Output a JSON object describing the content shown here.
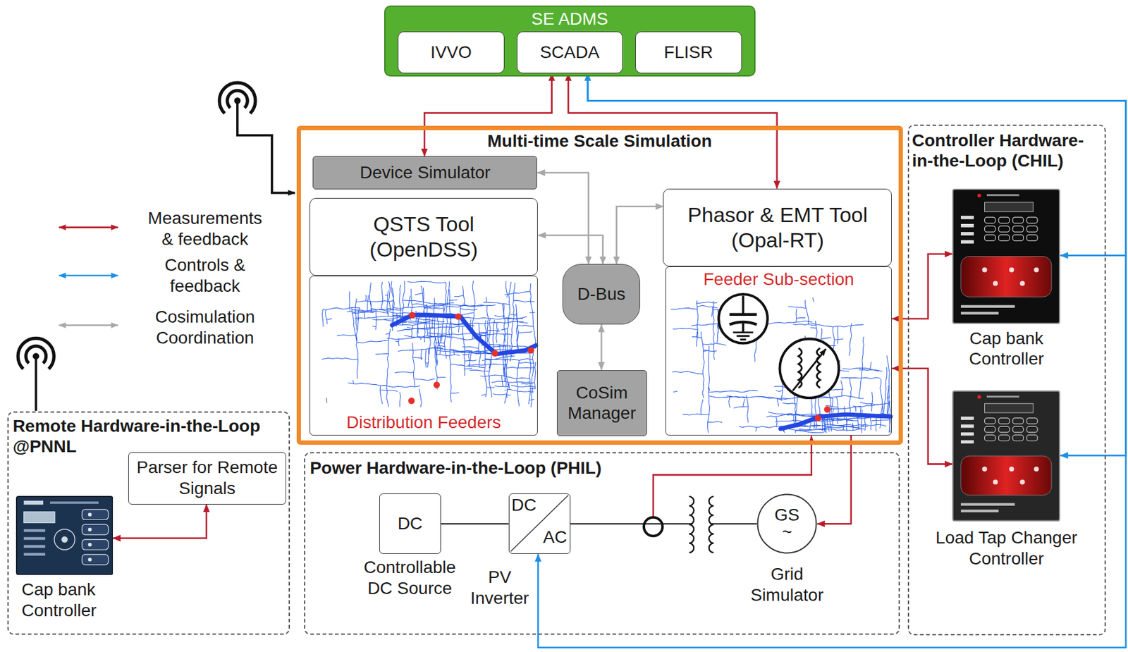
{
  "diagram": {
    "nodes": [
      {
        "text": [
          "SE ADMS"
        ]
      },
      {
        "text": [
          "IVVO"
        ],
        "in": 0
      },
      {
        "text": [
          "SCADA"
        ],
        "in": 0
      },
      {
        "text": [
          "FLISR"
        ],
        "in": 0
      },
      {
        "text": [
          "Multi-time Scale Simulation"
        ]
      },
      {
        "text": [
          "Device Simulator"
        ],
        "in": 4
      },
      {
        "text": [
          "QSTS Tool (OpenDSS)"
        ],
        "in": 4
      },
      {
        "text": [
          "Distribution Feeders"
        ],
        "in": 4
      },
      {
        "text": [
          "D-Bus"
        ],
        "in": 4
      },
      {
        "text": [
          "CoSim Manager"
        ],
        "in": 4
      },
      {
        "text": [
          "Phasor & EMT Tool (Opal-RT)"
        ],
        "in": 4
      },
      {
        "text": [
          "Feeder Sub-section"
        ],
        "in": 4
      },
      {
        "text": [
          "Controller Hardware-in-the-Loop (CHIL)"
        ]
      },
      {
        "text": [
          "Cap bank Controller"
        ],
        "in": 12
      },
      {
        "text": [
          "Load Tap Changer Controller"
        ],
        "in": 12
      },
      {
        "text": [
          "Remote Hardware-in-the-Loop @PNNL"
        ]
      },
      {
        "text": [
          "Parser for Remote Signals"
        ],
        "in": 15
      },
      {
        "text": [
          "Cap bank Controller"
        ],
        "in": 15
      },
      {
        "text": [
          "Power Hardware-in-the-Loop (PHIL)"
        ]
      },
      {
        "text": [
          "DC",
          "Controllable DC Source"
        ],
        "in": 18
      },
      {
        "text": [
          "DC",
          "AC",
          "PV Inverter"
        ],
        "in": 18
      },
      {
        "text": [
          "GS",
          "~",
          "Grid Simulator"
        ],
        "in": 18
      }
    ],
    "edges": [
      {
        "from": 2,
        "to": 5,
        "arrow": "both"
      },
      {
        "from": 2,
        "to": 10,
        "arrow": "both"
      },
      {
        "from": 2,
        "to": 13,
        "arrow": "both"
      },
      {
        "from": 2,
        "to": 14,
        "arrow": "both"
      },
      {
        "from": 2,
        "to": 20,
        "arrow": "both"
      },
      {
        "from": 5,
        "to": 8,
        "arrow": "both"
      },
      {
        "from": 6,
        "to": 8,
        "arrow": "both"
      },
      {
        "from": 10,
        "to": 8,
        "arrow": "both"
      },
      {
        "from": 8,
        "to": 9,
        "arrow": "both"
      },
      {
        "from": 13,
        "to": 11,
        "arrow": "both"
      },
      {
        "from": 14,
        "to": 11,
        "arrow": "both"
      },
      {
        "from": 16,
        "to": 17,
        "arrow": "both"
      },
      {
        "from": 19,
        "to": 20,
        "arrow": "none"
      },
      {
        "from": 20,
        "to": 21,
        "arrow": "none"
      },
      {
        "from": 11,
        "to": 21,
        "arrow": "to"
      }
    ],
    "legend": [
      {
        "text": "Measurements & feedback"
      },
      {
        "text": "Controls & feedback"
      },
      {
        "text": "Cosimulation Coordination"
      }
    ]
  }
}
